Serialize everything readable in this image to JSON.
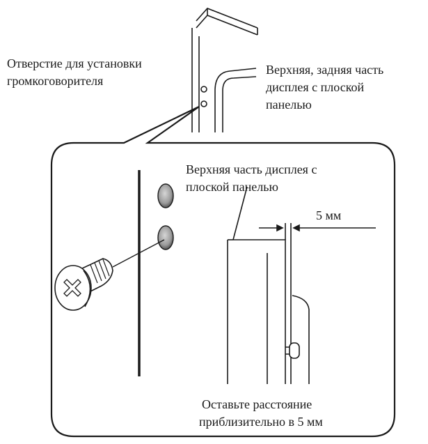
{
  "labels": {
    "hole": [
      "Отверстие для установки",
      "громкоговорителя"
    ],
    "top_back": [
      "Верхняя, задняя часть",
      "дисплея с плоской",
      "панелью"
    ],
    "top_part": [
      "Верхняя часть дисплея с",
      "плоской панелью"
    ],
    "gap": "5 мм",
    "leave_gap": [
      "Оставьте расстояние",
      "приблизительно в 5 мм"
    ]
  },
  "colors": {
    "line": "#1a1a1a",
    "hole_fill": "#bdbdbd",
    "hole_fill_dark": "#8a8a8a",
    "screw_fill": "#ffffff"
  },
  "icons": [
    "screw-icon"
  ]
}
